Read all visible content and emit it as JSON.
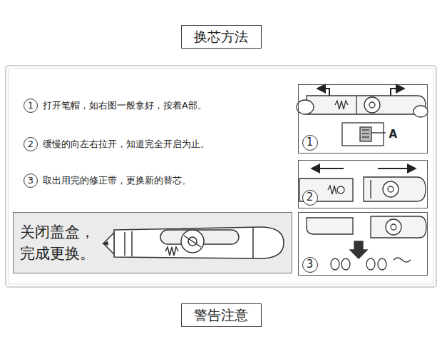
{
  "diagram": {
    "nodes": [
      {
        "text": [
          "换芯方法"
        ]
      },
      {
        "text": [
          "1",
          "A"
        ]
      },
      {
        "text": [
          "2"
        ]
      },
      {
        "text": [
          "关闭盖盒， 完成更换。"
        ]
      },
      {
        "text": [
          "3"
        ]
      },
      {
        "text": [
          "警告注意"
        ]
      }
    ],
    "labels": [
      "1",
      "打开笔帽，如右图一般拿好，按着A部。",
      "2",
      "缓慢的向左右拉开，知道完全开启为止。",
      "3",
      "取出用完的修正带，更换新的替芯。"
    ]
  }
}
